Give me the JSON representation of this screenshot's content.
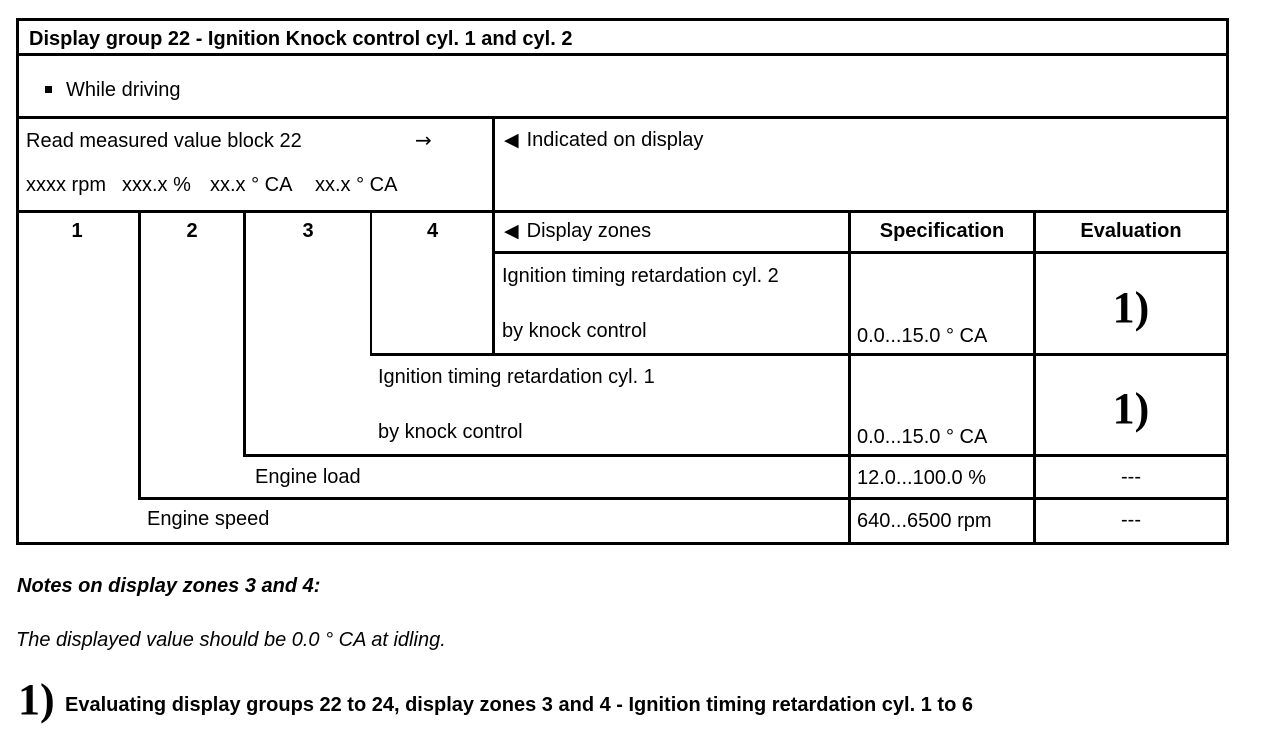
{
  "doc": {
    "table": {
      "title": "Display group 22 - Ignition Knock control cyl. 1 and cyl. 2",
      "condition": "While driving",
      "read_block": {
        "label": "Read measured value block 22",
        "arrow": "→",
        "format": [
          "xxxx rpm",
          "xxx.x %",
          "xx.x ° CA",
          "xx.x ° CA"
        ],
        "indicated": {
          "icon": "◀",
          "label": "Indicated on display"
        }
      },
      "header": {
        "zones": [
          "1",
          "2",
          "3",
          "4"
        ],
        "display_zones": {
          "icon": "◀",
          "label": "Display zones"
        },
        "specification": "Specification",
        "evaluation": "Evaluation"
      },
      "rows": [
        {
          "line1": "Ignition timing retardation cyl. 2",
          "line2": "by knock control",
          "specification": "0.0...15.0 ° CA",
          "evaluation": "1)"
        },
        {
          "line1": "Ignition timing retardation cyl. 1",
          "line2": "by knock control",
          "specification": "0.0...15.0 ° CA",
          "evaluation": "1)"
        },
        {
          "label": "Engine load",
          "specification": "12.0...100.0 %",
          "evaluation": "---"
        },
        {
          "label": "Engine speed",
          "specification": "640...6500 rpm",
          "evaluation": "---"
        }
      ]
    },
    "notes": {
      "heading": "Notes on display zones 3 and 4:",
      "body": "The displayed value should be 0.0 ° CA at idling."
    },
    "footnote": {
      "marker": "1)",
      "text": "Evaluating display groups 22 to 24, display zones 3 and 4 - Ignition timing retardation cyl. 1 to 6"
    }
  }
}
